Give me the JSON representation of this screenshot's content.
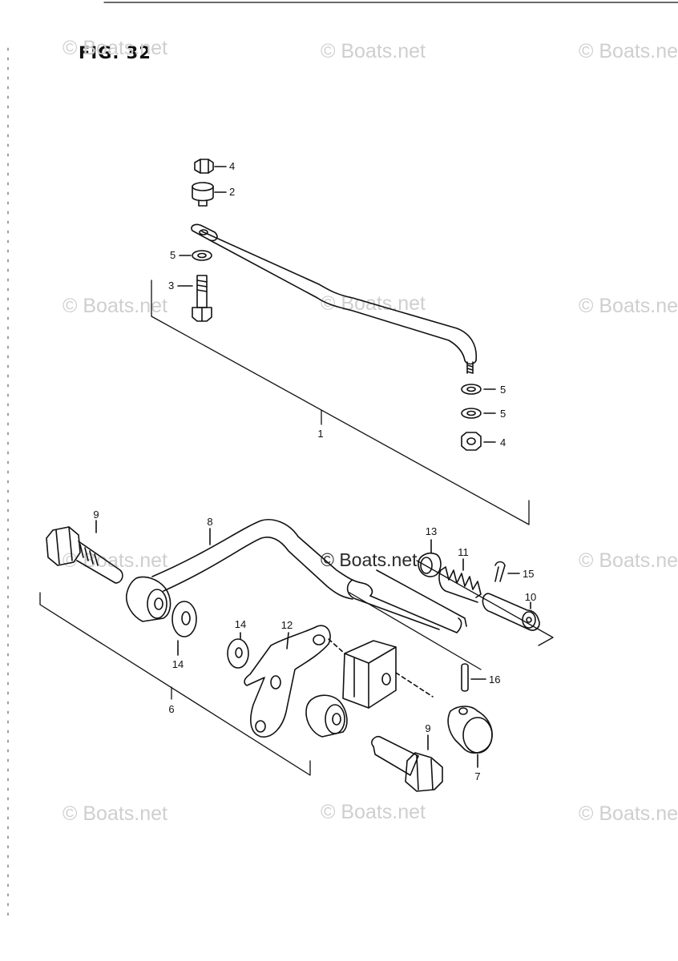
{
  "figure": {
    "title": "FIG. 32"
  },
  "watermark": {
    "text": "© Boats.net"
  },
  "callouts": {
    "c1": "1",
    "c2": "2",
    "c3": "3",
    "c4a": "4",
    "c4b": "4",
    "c5a": "5",
    "c5b": "5",
    "c5c": "5",
    "c6": "6",
    "c7": "7",
    "c8": "8",
    "c9a": "9",
    "c9b": "9",
    "c10": "10",
    "c11": "11",
    "c12": "12",
    "c13": "13",
    "c14a": "14",
    "c14b": "14",
    "c15": "15",
    "c16": "16"
  }
}
